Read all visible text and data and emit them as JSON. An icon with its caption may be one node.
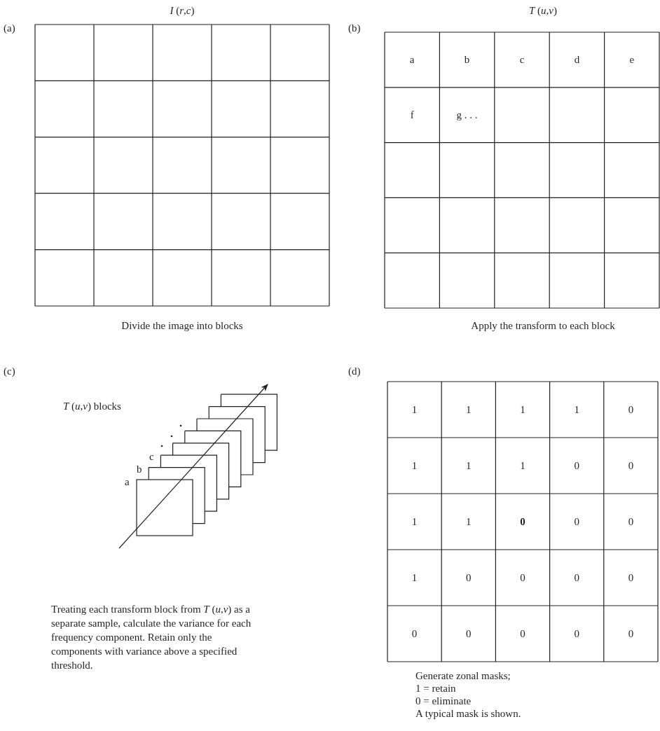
{
  "diagram": {
    "labels": [
      "*I* (*r*,*c*)",
      "*T* (*u*,*v*)",
      "(a)",
      "(b)",
      "a",
      "b",
      "c",
      "d",
      "e",
      "f",
      "g . . .",
      "Divide the image into blocks",
      "Apply the transform to each block",
      "(c)",
      "(d)",
      "*T* (*u*,*v*) blocks",
      "a",
      "b",
      "c",
      "1",
      "1",
      "1",
      "1",
      "0",
      "1",
      "1",
      "1",
      "0",
      "0",
      "1",
      "1",
      "0",
      "0",
      "0",
      "1",
      "0",
      "0",
      "0",
      "0",
      "0",
      "0",
      "0",
      "0",
      "0",
      "Treating each transform block from *T* (*u*,*v*) as a separate sample, calculate the variance for each frequency component. Retain only the components with variance above a specified threshold.",
      "Generate zonal masks;",
      "1 = retain",
      "0 = eliminate",
      "A typical mask is shown."
    ]
  }
}
